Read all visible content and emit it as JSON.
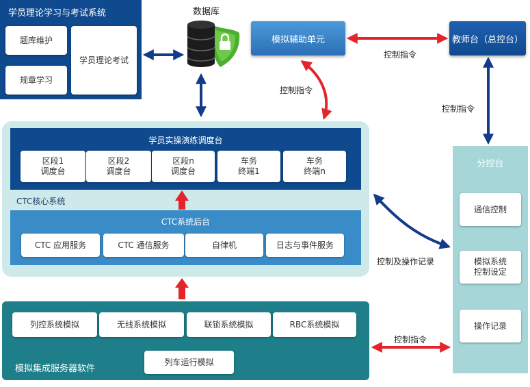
{
  "theory": {
    "title": "学员理论学习与考试系统",
    "question_bank": "题库维护",
    "rules_study": "规章学习",
    "exam": "学员理论考试"
  },
  "database": {
    "label": "数据库"
  },
  "aux_unit": {
    "label": "模拟辅助单元"
  },
  "teacher": {
    "label": "教师台（总控台）"
  },
  "ctc": {
    "label": "CTC核心系统",
    "dispatch": {
      "title": "学员实操演练调度台",
      "items": [
        "区段1\n调度台",
        "区段2\n调度台",
        "区段n\n调度台",
        "车务\n终端1",
        "车务\n终端n"
      ]
    },
    "backend": {
      "title": "CTC系统后台",
      "items": [
        "CTC 应用服务",
        "CTC 通信服务",
        "自律机",
        "日志与事件服务"
      ]
    }
  },
  "sim": {
    "label": "模拟集成服务器软件",
    "items": [
      "列控系统模拟",
      "无线系统模拟",
      "联锁系统模拟",
      "RBC系统模拟"
    ],
    "train": "列车运行模拟"
  },
  "sub_console": {
    "title": "分控台",
    "items": [
      "通信控制",
      "模拟系统\n控制设定",
      "操作记录"
    ]
  },
  "labels": {
    "ctrl1": "控制指令",
    "ctrl2": "控制指令",
    "ctrl3": "控制指令",
    "ctrl4": "控制指令",
    "ctrl_log": "控制及操作记录"
  },
  "colors": {
    "navy": "#0f4a8f",
    "mid_blue": "#3a8cc8",
    "teal": "#1e7f8a",
    "light_teal": "#cde9ea",
    "sub_bg": "#a7d6d9",
    "arrow_red": "#e3242b",
    "arrow_navy": "#123b8a"
  }
}
